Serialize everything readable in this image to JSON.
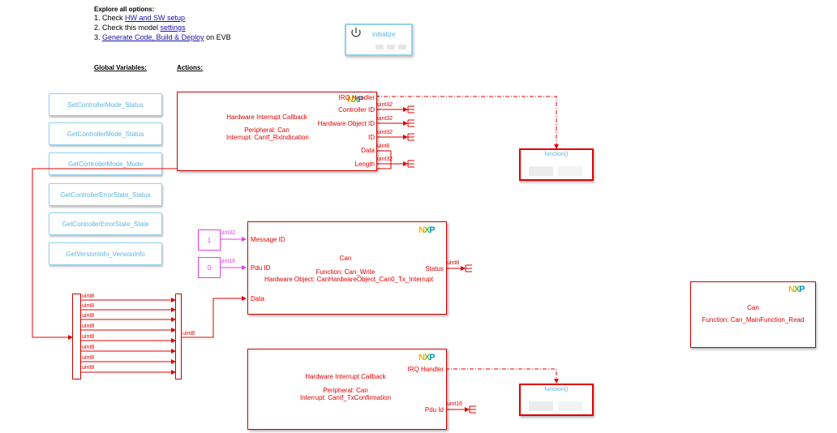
{
  "header": {
    "title": "Explore all options:",
    "step1_prefix": "1. Check ",
    "step1_link": "HW and SW setup",
    "step2_prefix": "2. Check this model ",
    "step2_link": "settings",
    "step3_prefix": "3. ",
    "step3_link": "Generate Code, Build & Deploy",
    "step3_suffix": " on EVB"
  },
  "initialize_label": "initialize",
  "sections": {
    "global_variables": "Global Variables:",
    "actions": "Actions:"
  },
  "global_variables": [
    "SetControllerMode_Status",
    "GetControllerMode_Status",
    "GetControllerMode_Mode",
    "GetControllerErrorState_Status",
    "GetControllerErrorState_State",
    "GetVersionInfo_VersionInfo"
  ],
  "rx_block": {
    "title": "Hardware Interrupt Callback",
    "peripheral": "Peripheral: Can",
    "interrupt": "Interrupt: CanIf_RxIndication",
    "ports": [
      "IRQ Handler",
      "Controller ID",
      "Hardware Object ID",
      "ID",
      "Data",
      "Length"
    ],
    "port_types": [
      "uint32",
      "uint32",
      "uint32",
      "uint8",
      "uint32"
    ]
  },
  "function_label": "function()",
  "write_block": {
    "title": "Can",
    "function": "Function: Can_Write",
    "hw_object": "Hardware Object: CanHardwareObject_Can0_Tx_Interrupt",
    "in_ports": [
      "Message ID",
      "Pdu ID",
      "Data"
    ],
    "out_port": "Status",
    "out_type": "uint8",
    "const1_value": "1",
    "const1_type": "uint32",
    "const2_value": "0",
    "const2_type": "uint16",
    "data_type": "uint8"
  },
  "demux_types": [
    "uint8",
    "uint8",
    "uint8",
    "uint8",
    "uint8",
    "uint8",
    "uint8",
    "uint8"
  ],
  "read_block": {
    "title": "Can",
    "function": "Function: Can_MainFunction_Read"
  },
  "tx_block": {
    "title": "Hardware Interrupt Callback",
    "peripheral": "Peripheral: Can",
    "interrupt": "Interrupt: CanIf_TxConfirmation",
    "ports": [
      "IRQ Handler",
      "Pdu Id"
    ],
    "port_type": "uint16"
  },
  "logo_text": "NXP",
  "colors": {
    "signal": "#e00000",
    "constant": "#e040e0",
    "global_var": "#5ab4e0",
    "logo_n": "#f2b800",
    "logo_x": "#6cb33e",
    "logo_p": "#0093d0"
  }
}
